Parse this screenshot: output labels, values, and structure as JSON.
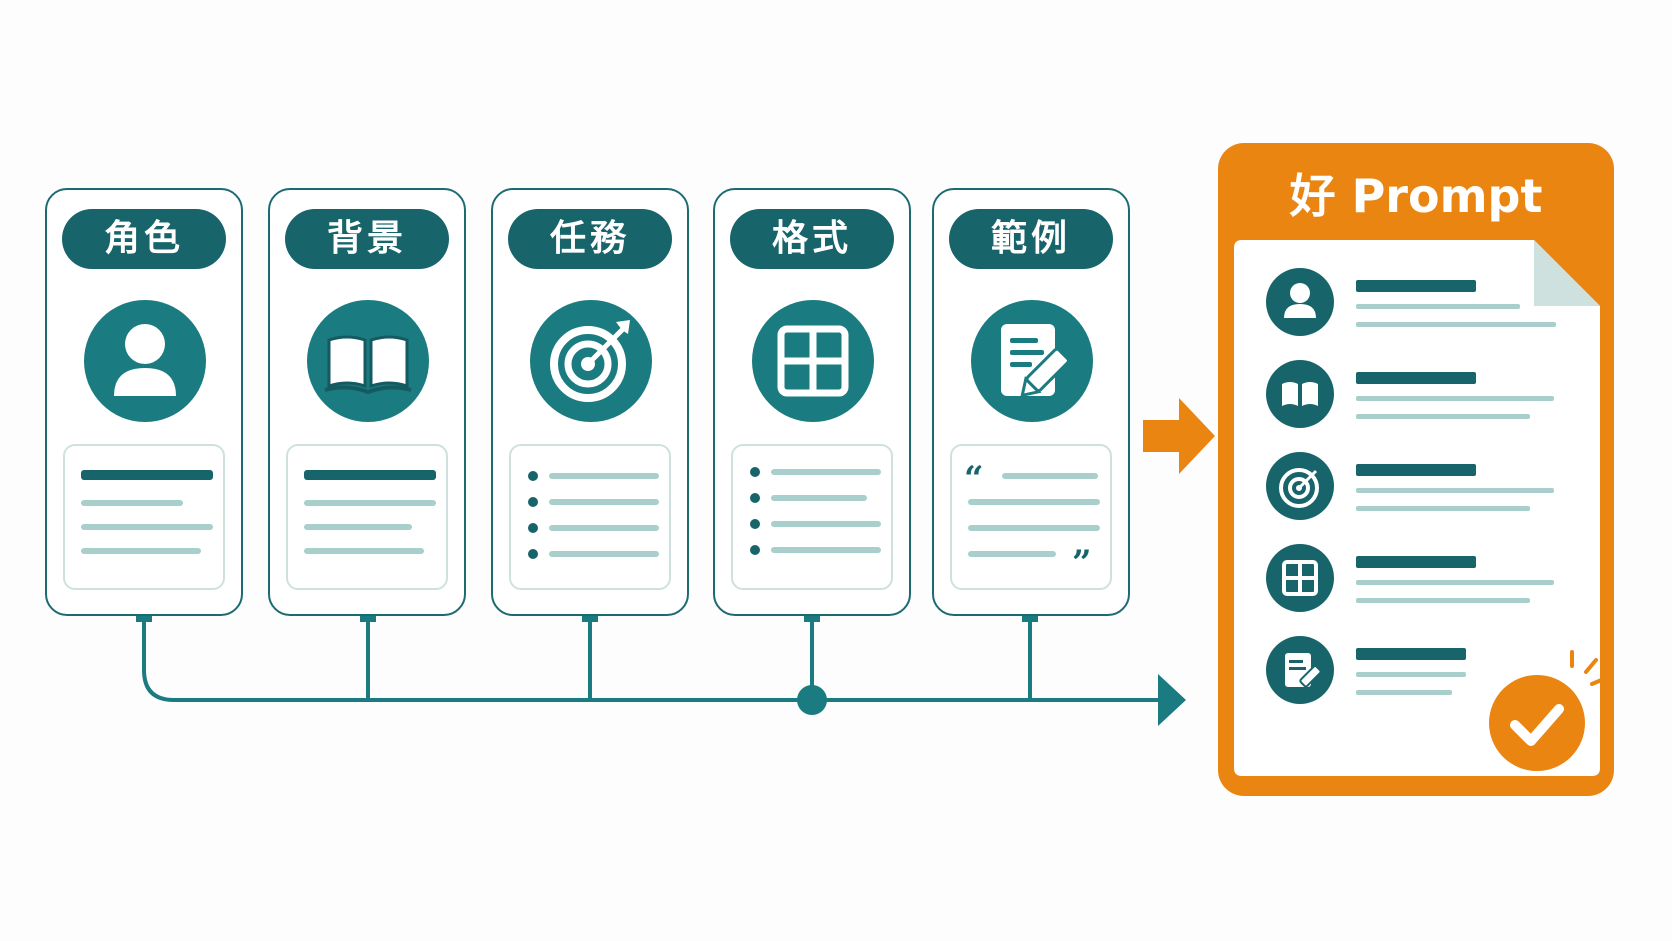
{
  "components": [
    {
      "label": "角色",
      "icon": "person-icon",
      "content": "lines"
    },
    {
      "label": "背景",
      "icon": "open-book-icon",
      "content": "lines"
    },
    {
      "label": "任務",
      "icon": "target-icon",
      "content": "bullets"
    },
    {
      "label": "格式",
      "icon": "grid-table-icon",
      "content": "bullets"
    },
    {
      "label": "範例",
      "icon": "document-pen-icon",
      "content": "quote"
    }
  ],
  "output": {
    "title": "好 Prompt",
    "row_icons": [
      "person-icon",
      "open-book-icon",
      "target-icon",
      "grid-table-icon",
      "document-pen-icon"
    ],
    "badge_icon": "checkmark-icon"
  },
  "colors": {
    "teal_dark": "#17646b",
    "teal": "#1a7c80",
    "teal_light": "#a9cfcc",
    "orange": "#ea8511",
    "page_background": "#fdfdfd"
  }
}
